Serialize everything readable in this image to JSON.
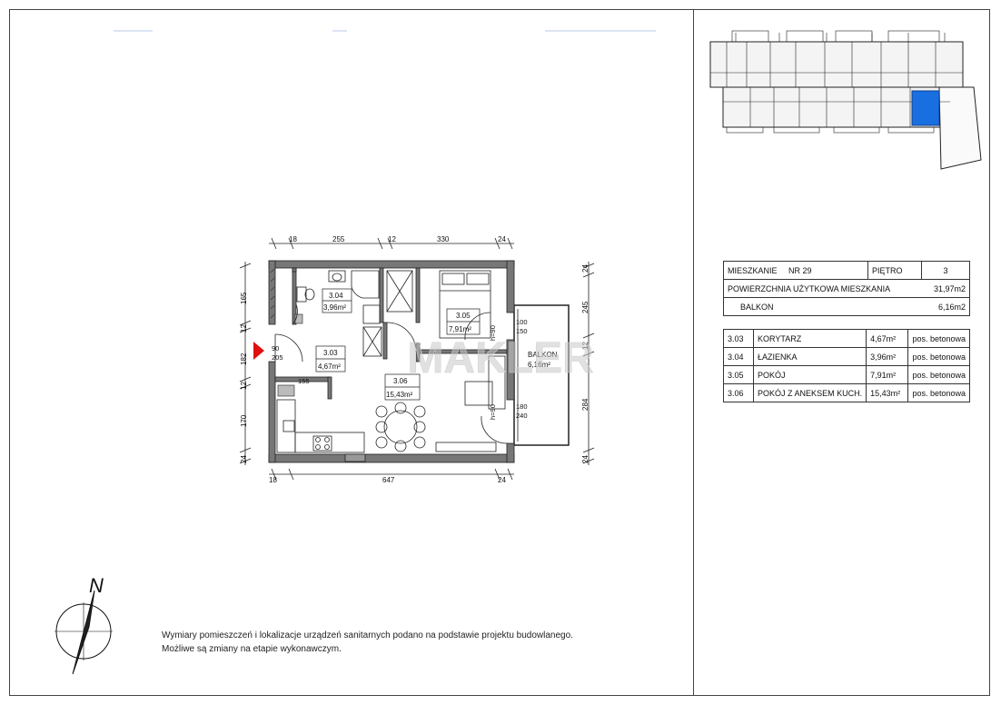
{
  "watermark": "MAKLER",
  "dimensions": {
    "top": [
      "18",
      "255",
      "12",
      "330",
      "24"
    ],
    "bottom": [
      "18",
      "647",
      "24"
    ],
    "left": [
      "165",
      "12",
      "182",
      "12",
      "170",
      "24"
    ],
    "right": [
      "24",
      "245",
      "12",
      "284",
      "24"
    ],
    "door_entry": [
      "90",
      "205"
    ],
    "door_bath": "155",
    "door_balcony_1": [
      "100",
      "150"
    ],
    "door_balcony_2": [
      "180",
      "240"
    ],
    "window_sill_1": "h=90",
    "window_sill_2": "h=90"
  },
  "rooms": [
    {
      "no": "3.04",
      "area": "3,96m²"
    },
    {
      "no": "3.03",
      "area": "4,67m²"
    },
    {
      "no": "3.05",
      "area": "7,91m²"
    },
    {
      "no": "3.06",
      "area": "15,43m²"
    },
    {
      "no": "BALKON",
      "area": "6,16m²"
    }
  ],
  "summary": {
    "apartment_label": "MIESZKANIE",
    "apartment_no": "NR 29",
    "floor_label": "PIĘTRO",
    "floor_value": "3",
    "usable_area_label": "POWIERZCHNIA UŻYTKOWA MIESZKANIA",
    "usable_area_value": "31,97m2",
    "balcony_label": "BALKON",
    "balcony_value": "6,16m2"
  },
  "room_table": [
    {
      "no": "3.03",
      "name": "KORYTARZ",
      "area": "4,67m²",
      "floor": "pos. betonowa"
    },
    {
      "no": "3.04",
      "name": "ŁAZIENKA",
      "area": "3,96m²",
      "floor": "pos. betonowa"
    },
    {
      "no": "3.05",
      "name": "POKÓJ",
      "area": "7,91m²",
      "floor": "pos. betonowa"
    },
    {
      "no": "3.06",
      "name": "POKÓJ Z ANEKSEM KUCH.",
      "area": "15,43m²",
      "floor": "pos. betonowa"
    }
  ],
  "compass_label": "N",
  "note": {
    "line1": "Wymiary pomieszczeń i lokalizacje urządzeń sanitarnych podano na podstawie projektu budowlanego.",
    "line2": "Możliwe są zmiany na etapie wykonawczym."
  },
  "colors": {
    "highlight": "#1a6fe0",
    "entry_arrow": "#e01010",
    "wall": "#555555"
  }
}
